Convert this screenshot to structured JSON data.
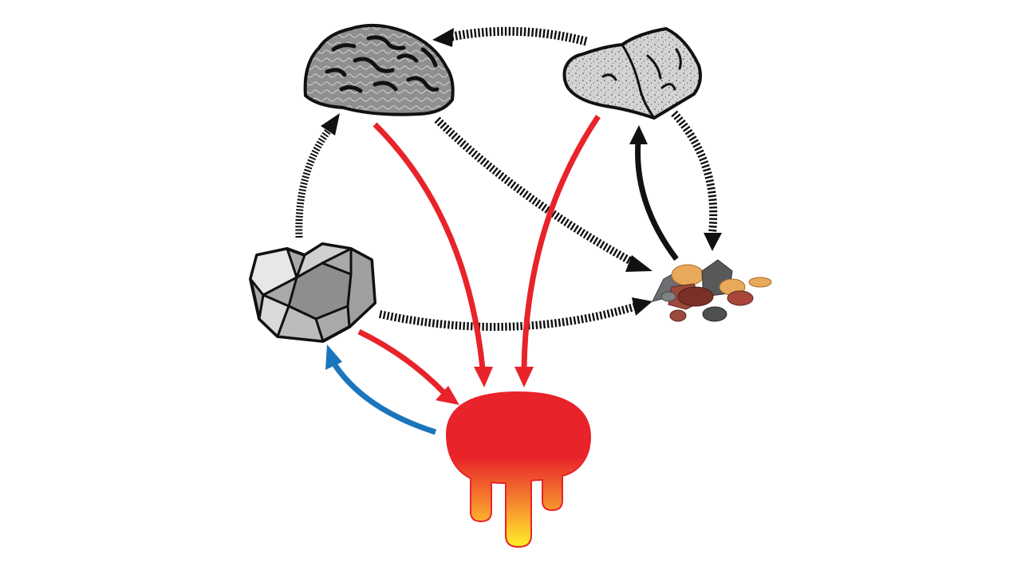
{
  "diagram": {
    "type": "rock-cycle",
    "nodes": [
      {
        "id": "metamorphic",
        "icon": "metamorphic-rock-icon"
      },
      {
        "id": "sedimentary",
        "icon": "sedimentary-rock-icon"
      },
      {
        "id": "igneous",
        "icon": "igneous-rock-icon"
      },
      {
        "id": "sediment",
        "icon": "sediment-pile-icon"
      },
      {
        "id": "magma",
        "icon": "magma-blob-icon"
      }
    ],
    "arrows": [
      {
        "from": "sedimentary",
        "to": "metamorphic",
        "style": "dashed",
        "color": "#111111"
      },
      {
        "from": "igneous",
        "to": "metamorphic",
        "style": "dashed",
        "color": "#111111"
      },
      {
        "from": "metamorphic",
        "to": "sediment",
        "style": "dashed",
        "color": "#111111"
      },
      {
        "from": "sedimentary",
        "to": "sediment",
        "style": "dashed",
        "color": "#111111"
      },
      {
        "from": "igneous",
        "to": "sediment",
        "style": "dashed",
        "color": "#111111"
      },
      {
        "from": "sediment",
        "to": "sedimentary",
        "style": "solid",
        "color": "#111111"
      },
      {
        "from": "metamorphic",
        "to": "magma",
        "style": "solid",
        "color": "#e8232a"
      },
      {
        "from": "sedimentary",
        "to": "magma",
        "style": "solid",
        "color": "#e8232a"
      },
      {
        "from": "igneous",
        "to": "magma",
        "style": "solid",
        "color": "#e8232a"
      },
      {
        "from": "magma",
        "to": "igneous",
        "style": "solid",
        "color": "#1b75bb"
      }
    ]
  },
  "colors": {
    "arrow_black": "#111111",
    "arrow_red": "#e8232a",
    "arrow_blue": "#1b75bb",
    "magma_top": "#e8232a",
    "magma_mid": "#f6892e",
    "magma_bottom": "#fff12a"
  }
}
